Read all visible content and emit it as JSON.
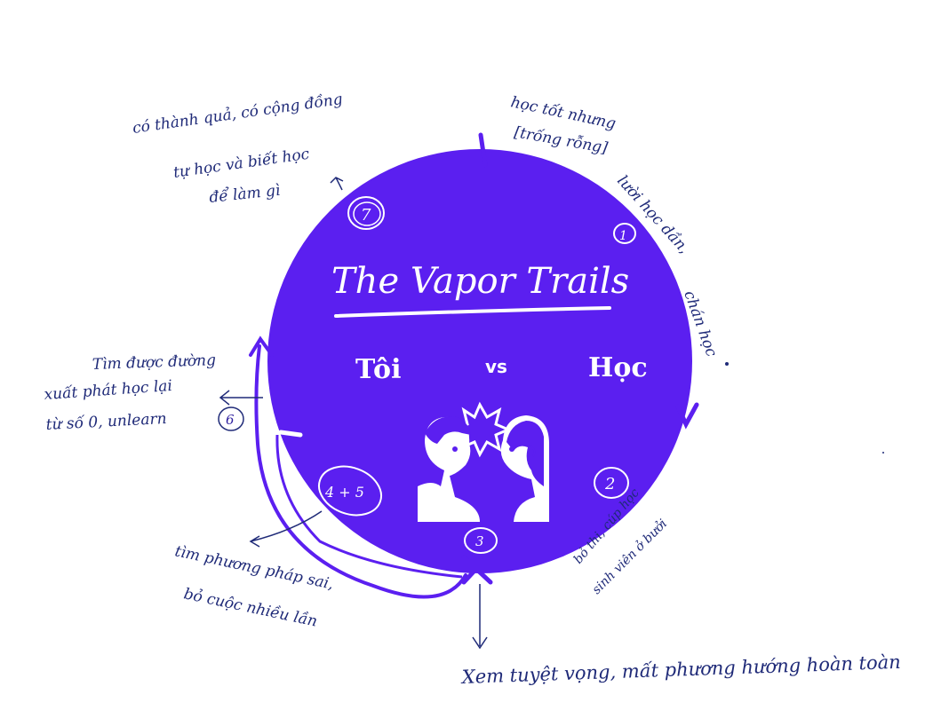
{
  "diagram": {
    "title": "The Vapor Trails",
    "left_word": "Tôi",
    "vs_word": "vs",
    "right_word": "Học",
    "colors": {
      "circle": "#5b1ff0",
      "ink": "#1f2a78",
      "white": "#ffffff"
    },
    "icons": [
      "two-faces-icon",
      "clash-burst-icon"
    ],
    "stage_labels": {
      "s1": "1",
      "s2": "2",
      "s3": "3",
      "s45": "4 + 5",
      "s6": "6",
      "s7": "7"
    },
    "notes": {
      "top_left_1": "có thành quả, có cộng đồng",
      "top_left_2": "tự học và biết học",
      "top_left_3": "để làm gì",
      "top_right_1": "học tốt nhưng",
      "top_right_2": "[trống rỗng]",
      "right_1": "lười học dần,",
      "right_2": "chán học",
      "bottom_right_1": "bỏ thi, cúp học",
      "bottom_right_2": "sinh viên ở bưởi",
      "left_1": "Tìm được đường",
      "left_2": "xuất phát học lại",
      "left_3": "từ số 0, unlearn",
      "bottom_left_1": "tìm phương pháp sai,",
      "bottom_left_2": "bỏ cuộc nhiều lần",
      "bottom": "Xem tuyệt vọng, mất phương hướng hoàn toàn"
    }
  }
}
